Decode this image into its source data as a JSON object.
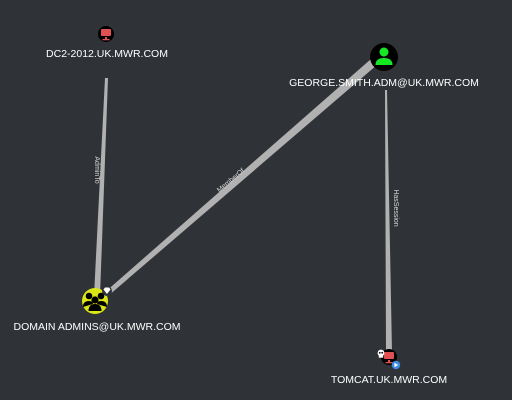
{
  "graph": {
    "nodes": [
      {
        "label": "DC2-2012.UK.MWR.COM",
        "kind": "computer",
        "icon": "desktop-icon",
        "color": "#e05252"
      },
      {
        "label": "GEORGE.SMITH.ADM@UK.MWR.COM",
        "kind": "user",
        "icon": "user-icon",
        "color": "#17e625"
      },
      {
        "label": "DOMAIN ADMINS@UK.MWR.COM",
        "kind": "group",
        "icon": "group-icon",
        "color": "#dbe617",
        "badge": "diamond-icon"
      },
      {
        "label": "TOMCAT.UK.MWR.COM",
        "kind": "computer",
        "icon": "desktop-icon",
        "color": "#e05252",
        "badges": [
          "skull-icon",
          "start-node-icon"
        ]
      }
    ],
    "edges": [
      {
        "label": "AdminTo",
        "from": "DOMAIN ADMINS@UK.MWR.COM",
        "to": "DC2-2012.UK.MWR.COM"
      },
      {
        "label": "MemberOf",
        "from": "GEORGE.SMITH.ADM@UK.MWR.COM",
        "to": "DOMAIN ADMINS@UK.MWR.COM"
      },
      {
        "label": "HasSession",
        "from": "TOMCAT.UK.MWR.COM",
        "to": "GEORGE.SMITH.ADM@UK.MWR.COM"
      }
    ],
    "colors": {
      "background": "#2f3237",
      "edge": "#c8c8c8",
      "node_ring": "#000000"
    }
  }
}
